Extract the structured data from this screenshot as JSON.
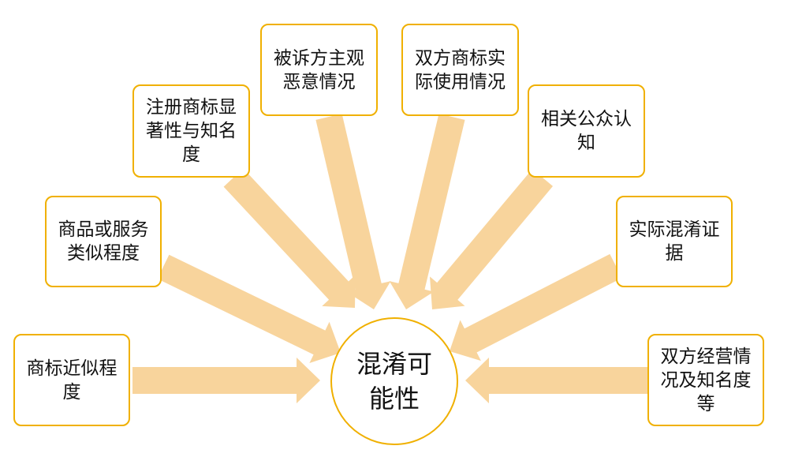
{
  "center": {
    "label": "混淆可能性"
  },
  "factors": [
    {
      "label": "商标近似程度"
    },
    {
      "label": "商品或服务类似程度"
    },
    {
      "label": "注册商标显著性与知名度"
    },
    {
      "label": "被诉方主观恶意情况"
    },
    {
      "label": "双方商标实际使用情况"
    },
    {
      "label": "相关公众认知"
    },
    {
      "label": "实际混淆证据"
    },
    {
      "label": "双方经营情况及知名度等"
    }
  ],
  "colors": {
    "border": "#f0b000",
    "arrow": "#f8d49c",
    "text": "#111111"
  }
}
